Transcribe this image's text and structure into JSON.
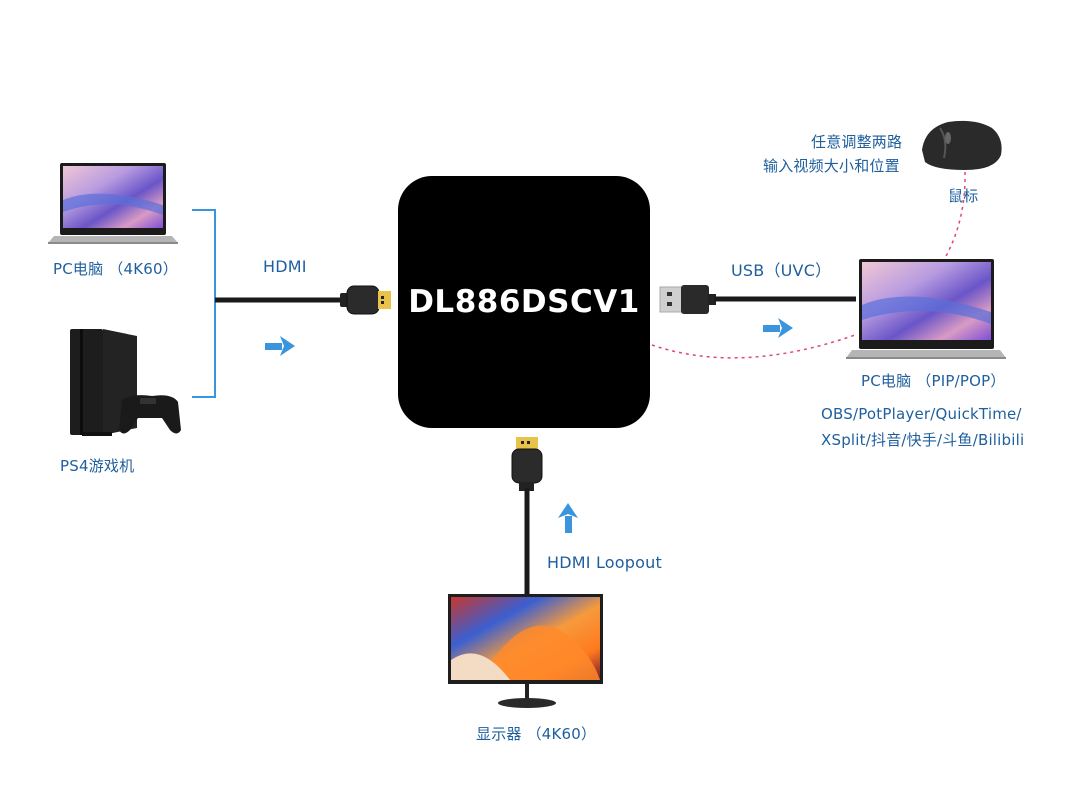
{
  "center_device": {
    "model": "DL886DSCV1"
  },
  "inputs": {
    "pc": {
      "label": "PC电脑  （4K60）"
    },
    "ps4": {
      "label": "PS4游戏机"
    },
    "connection_label": "HDMI"
  },
  "output_usb": {
    "connection_label": "USB（UVC）",
    "pc_label": "PC电脑 （PIP/POP）",
    "software_line1": "OBS/PotPlayer/QuickTime/",
    "software_line2": "XSplit/抖音/快手/斗鱼/Bilibili"
  },
  "mouse": {
    "label": "鼠标",
    "note_line1": "任意调整两路",
    "note_line2": "输入视频大小和位置"
  },
  "loopout": {
    "connection_label": "HDMI  Loopout",
    "monitor_label": "显示器  （4K60）"
  },
  "colors": {
    "label_text": "#1f5f9e",
    "arrow": "#3a95dc",
    "bracket": "#3a95dc",
    "dotted_link": "#e0457b",
    "cable": "#1a1a1a",
    "hdmi_gold": "#e9c24a"
  }
}
